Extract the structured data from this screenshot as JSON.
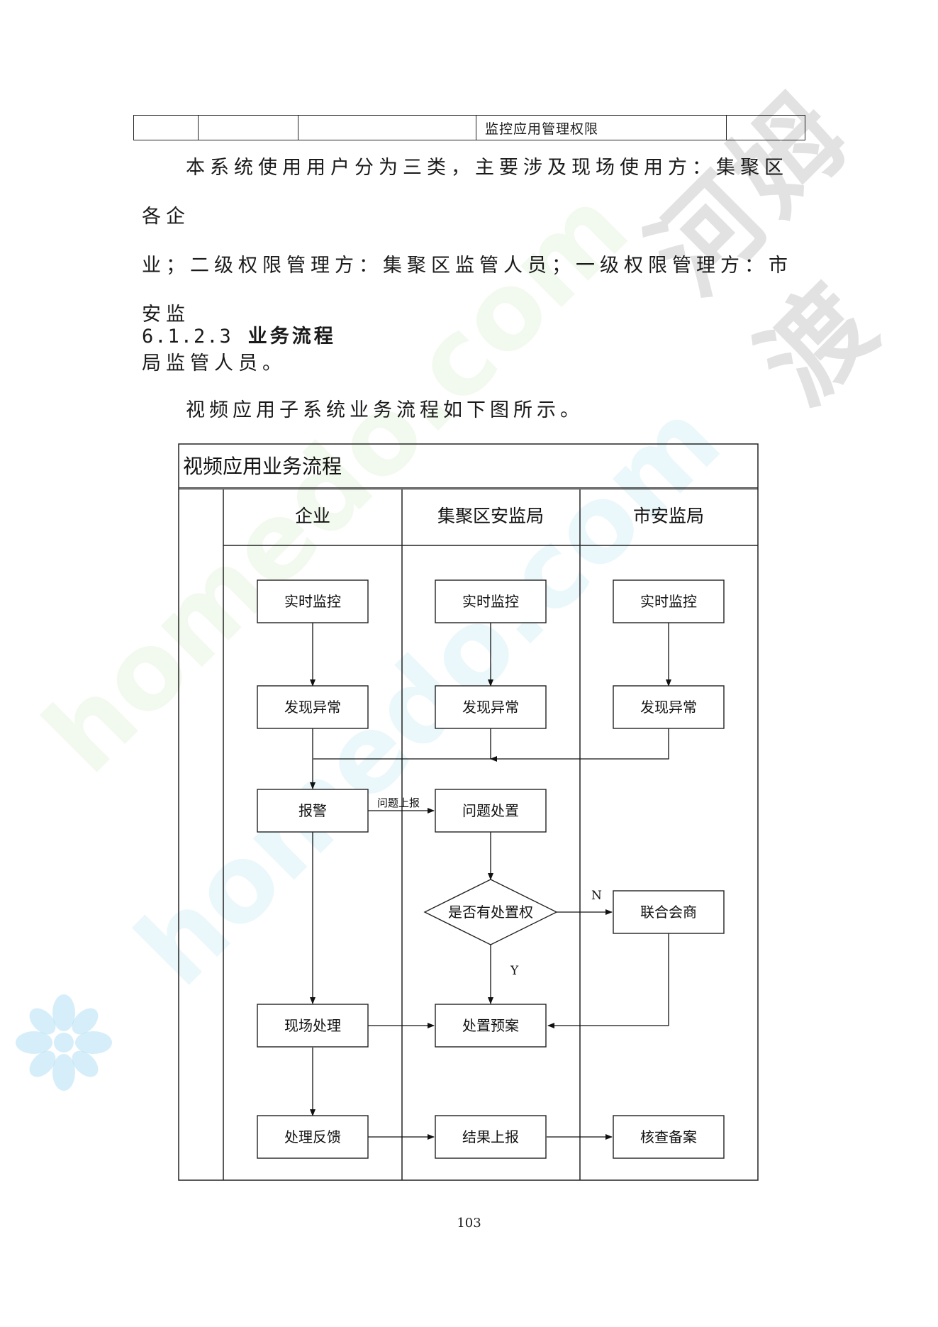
{
  "table_row": {
    "cells": [
      "",
      "",
      "",
      "监控应用管理权限",
      ""
    ]
  },
  "paragraph": {
    "line1": "本系统使用用户分为三类，主要涉及现场使用方：集聚区各企",
    "line2": "业；二级权限管理方：集聚区监管人员；一级权限管理方：市安监",
    "line3": "局监管人员。"
  },
  "section": {
    "number": "6.1.2.3",
    "title": "业务流程"
  },
  "intro": "视频应用子系统业务流程如下图所示。",
  "diagram": {
    "title": "视频应用业务流程",
    "lanes": [
      "企业",
      "集聚区安监局",
      "市安监局"
    ],
    "nodes": {
      "ent_monitor": "实时监控",
      "ent_find": "发现异常",
      "ent_alarm": "报警",
      "ent_onsite": "现场处理",
      "ent_feedback": "处理反馈",
      "park_monitor": "实时监控",
      "park_find": "发现异常",
      "park_issue": "问题处置",
      "park_decision": "是否有处置权",
      "park_plan": "处置预案",
      "park_report": "结果上报",
      "city_monitor": "实时监控",
      "city_find": "发现异常",
      "city_joint": "联合会商",
      "city_check": "核查备案"
    },
    "edge_labels": {
      "report_up": "问题上报",
      "no": "N",
      "yes": "Y"
    }
  },
  "page_number": "103",
  "watermark": {
    "text_cn": "河姆渡",
    "text_en": "homedo.com"
  }
}
